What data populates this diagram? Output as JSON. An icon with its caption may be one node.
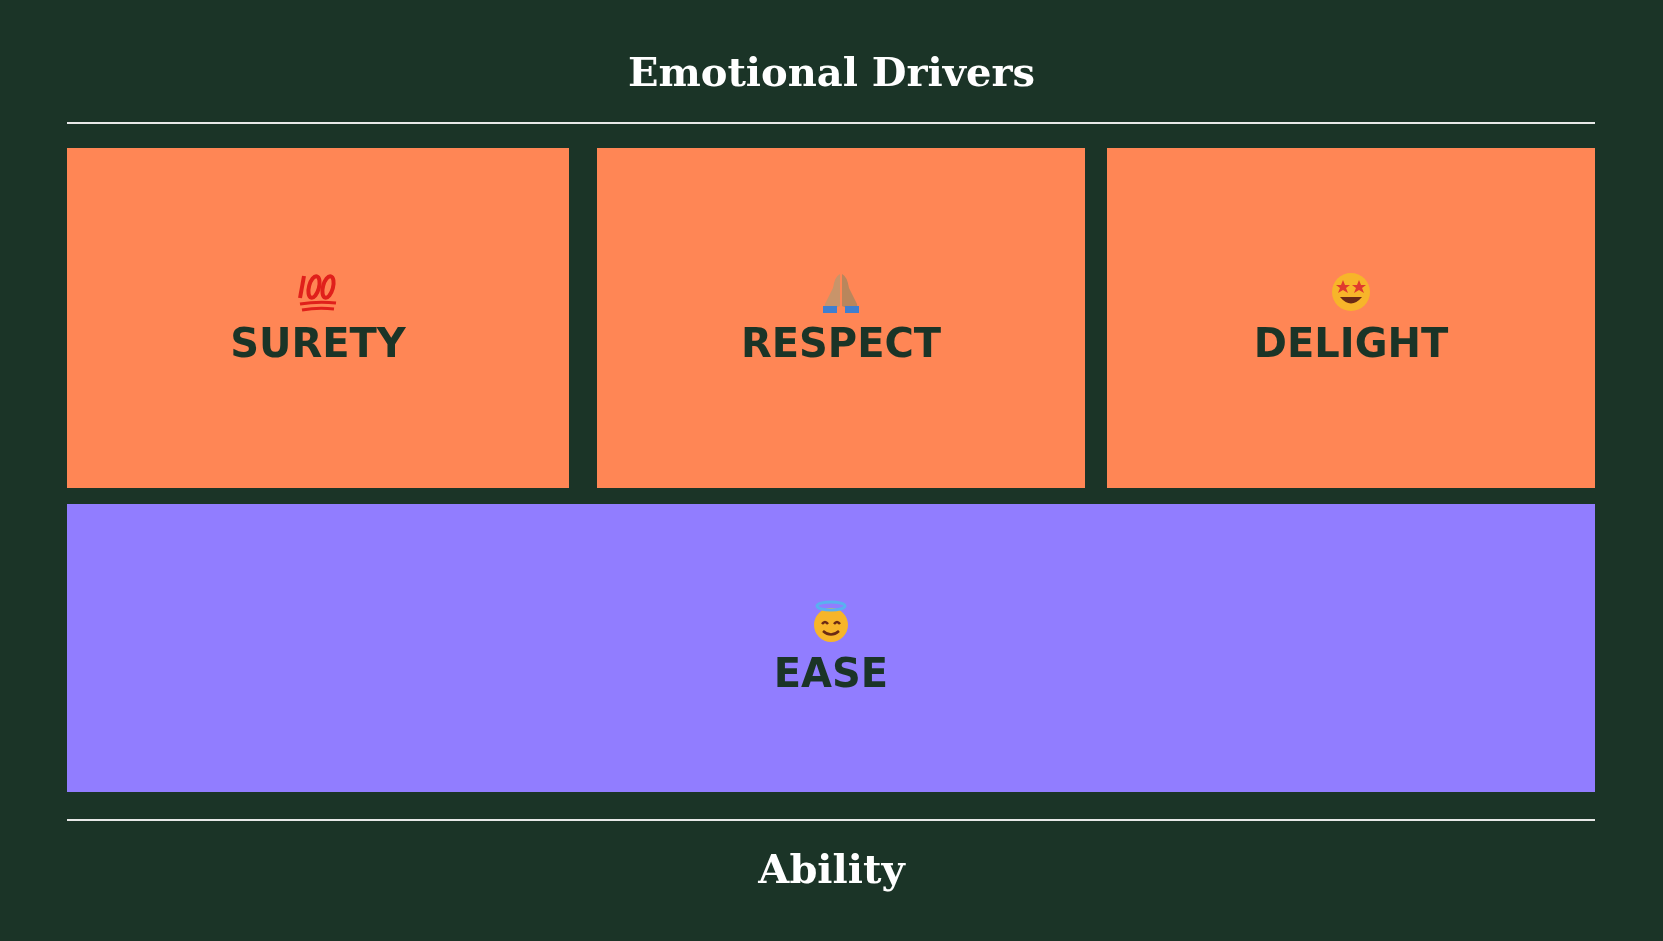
{
  "diagram": {
    "title": "Emotional Drivers",
    "nodes": [
      {
        "text": [
          "SURETY"
        ]
      },
      {
        "text": [
          "RESPECT"
        ]
      },
      {
        "text": [
          "DELIGHT"
        ]
      },
      {
        "text": [
          "EASE"
        ]
      }
    ],
    "labels": [
      "Ability"
    ]
  }
}
